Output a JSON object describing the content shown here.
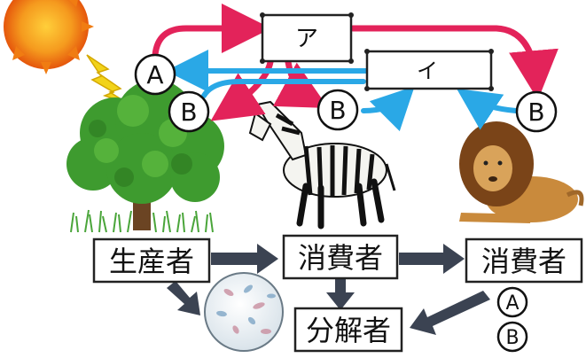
{
  "boxes": {
    "a": "ア",
    "i": "イ"
  },
  "markers": {
    "top_left_a": "A",
    "top_left_b": "B",
    "zebra_b": "B",
    "lion_b": "B",
    "legend_a": "A",
    "legend_b": "B"
  },
  "roles": {
    "producer": "生産者",
    "consumer_primary": "消費者",
    "consumer_secondary": "消費者",
    "decomposer": "分解者"
  },
  "colors": {
    "red_arrow": "#e3235a",
    "blue_arrow": "#2aa8e6",
    "dark_arrow": "#3b4352",
    "sun_core": "#f07c12",
    "lightning": "#f2d31a",
    "tree_green": "#3e9b2f"
  },
  "icons": {
    "sun": "sun-icon",
    "lightning": "lightning-icon",
    "tree": "tree-illustration",
    "zebra": "zebra-illustration",
    "lion": "lion-illustration",
    "microbes": "microbe-dish-illustration"
  }
}
